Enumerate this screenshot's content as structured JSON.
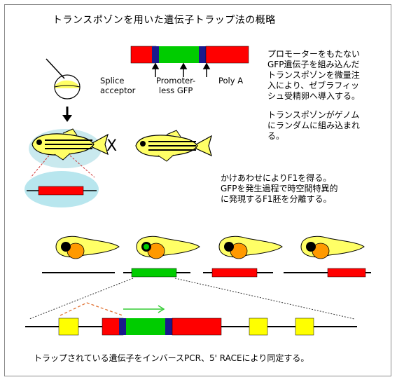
{
  "title": "トランスポゾンを用いた遺伝子トラップ法の概略",
  "construct_labels": {
    "splice_acceptor": [
      "Splice",
      "acceptor"
    ],
    "promoterless_gfp": [
      "Promoter-",
      "less GFP"
    ],
    "poly_a": "Poly A"
  },
  "description": [
    "プロモーターをもたない",
    "GFP遺伝子を組み込んだ",
    "トランスポゾンを微量注",
    "入により、ゼブラフィッ",
    "シュ受精卵へ導入する。"
  ],
  "integration": [
    "トランスポゾンがゲノム",
    "にランダムに組み込まれ",
    "る。"
  ],
  "cross_symbol": "X",
  "cross_text": [
    "かけあわせによりF1を得る。",
    "GFPを発生過程で時空間特異的",
    "に発現するF1胚を分離する。"
  ],
  "bottom_text": "トラップされている遺伝子をインバースPCR、5' RACEにより同定する。",
  "colors": {
    "red": "#ff0000",
    "green": "#00cc00",
    "navy": "#1a1a8c",
    "yellow_fish": "#ffff66",
    "embryo_yellow": "#ffff66",
    "yolk_orange": "#ff9900",
    "exon_yellow": "#ffff00",
    "cyan": "#b8e6ee",
    "arrow_green": "#33cc33",
    "splice_orange": "#e07030"
  }
}
